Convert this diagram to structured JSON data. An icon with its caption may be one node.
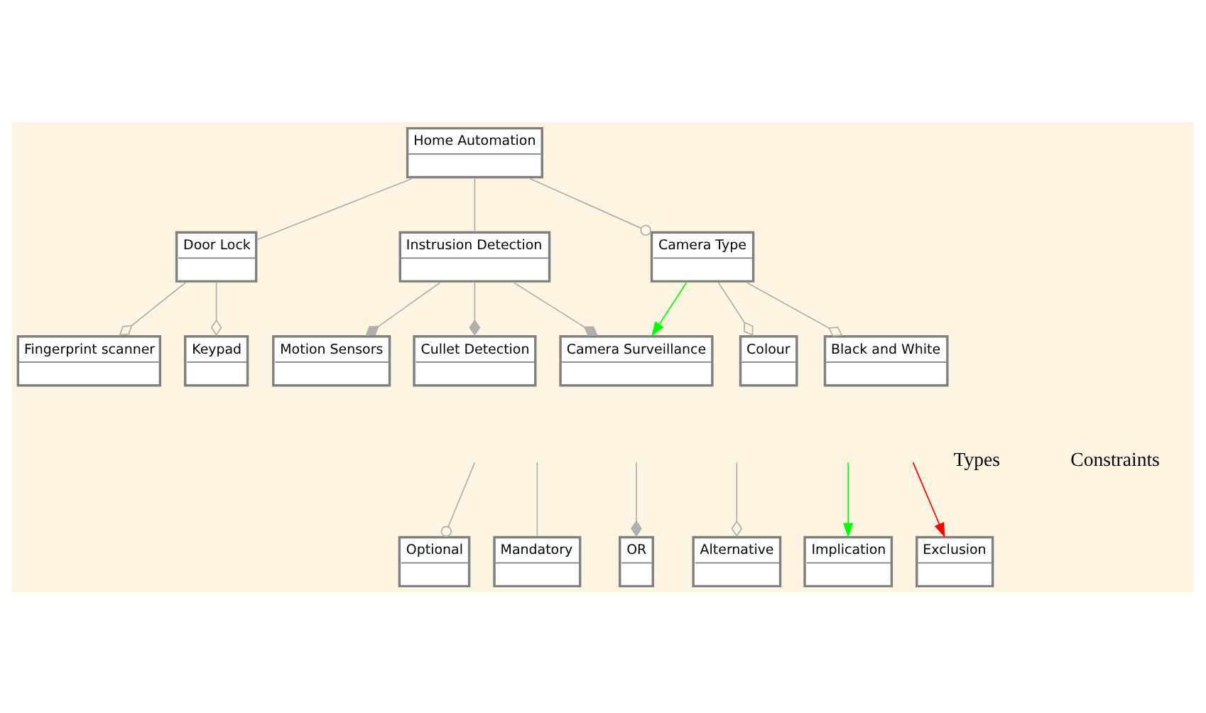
{
  "diagram": {
    "nodes": [
      {
        "text": [
          "Home Automation"
        ]
      },
      {
        "text": [
          "Door Lock"
        ]
      },
      {
        "text": [
          "Instrusion Detection"
        ]
      },
      {
        "text": [
          "Camera Type"
        ]
      },
      {
        "text": [
          "Fingerprint scanner"
        ]
      },
      {
        "text": [
          "Keypad"
        ]
      },
      {
        "text": [
          "Motion Sensors"
        ]
      },
      {
        "text": [
          "Cullet Detection"
        ]
      },
      {
        "text": [
          "Camera Surveillance"
        ]
      },
      {
        "text": [
          "Colour"
        ]
      },
      {
        "text": [
          "Black and White"
        ]
      },
      {
        "text": [
          "Optional"
        ]
      },
      {
        "text": [
          "Mandatory"
        ]
      },
      {
        "text": [
          "OR"
        ]
      },
      {
        "text": [
          "Alternative"
        ]
      },
      {
        "text": [
          "Implication"
        ]
      },
      {
        "text": [
          "Exclusion"
        ]
      }
    ],
    "edges": [
      {
        "from": 0,
        "to": 1,
        "arrow": "none"
      },
      {
        "from": 0,
        "to": 2,
        "arrow": "none"
      },
      {
        "from": 0,
        "to": 3,
        "arrow": "other"
      },
      {
        "from": 1,
        "to": 4,
        "arrow": "other"
      },
      {
        "from": 1,
        "to": 5,
        "arrow": "other"
      },
      {
        "from": 2,
        "to": 6,
        "arrow": "other"
      },
      {
        "from": 2,
        "to": 7,
        "arrow": "other"
      },
      {
        "from": 2,
        "to": 8,
        "arrow": "other"
      },
      {
        "from": 3,
        "to": 8,
        "arrow": "to",
        "color": "#00ff00"
      },
      {
        "from": 3,
        "to": 9,
        "arrow": "other"
      },
      {
        "from": 3,
        "to": 10,
        "arrow": "other"
      },
      {
        "from": null,
        "to": 11,
        "arrow": "other"
      },
      {
        "from": null,
        "to": 12,
        "arrow": "none"
      },
      {
        "from": null,
        "to": 13,
        "arrow": "other"
      },
      {
        "from": null,
        "to": 14,
        "arrow": "other"
      },
      {
        "from": null,
        "to": 15,
        "arrow": "to",
        "color": "#00ff00"
      },
      {
        "from": null,
        "to": 16,
        "arrow": "to",
        "color": "#ff0000"
      }
    ],
    "labels": [
      "Types",
      "Constraints"
    ]
  }
}
